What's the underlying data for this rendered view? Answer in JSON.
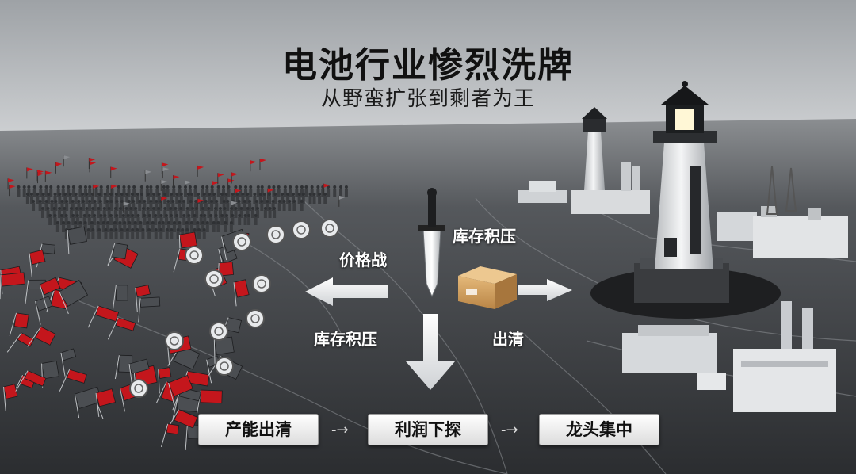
{
  "header": {
    "title": "电池行业惨烈洗牌",
    "subtitle": "从野蛮扩张到剩者为王"
  },
  "labels": {
    "price_war": "价格战",
    "inventory_top": "库存积压",
    "inventory_bottom": "库存积压",
    "clearance": "出清"
  },
  "stages": [
    {
      "label": "产能出清"
    },
    {
      "label": "利润下探"
    },
    {
      "label": "龙头集中"
    }
  ],
  "colors": {
    "sky": "#d4d6d8",
    "ground": "#3a3c3f",
    "flag_red": "#c4161c",
    "lighthouse_white": "#eceeef",
    "banner_bg": "#f2f2f2"
  }
}
